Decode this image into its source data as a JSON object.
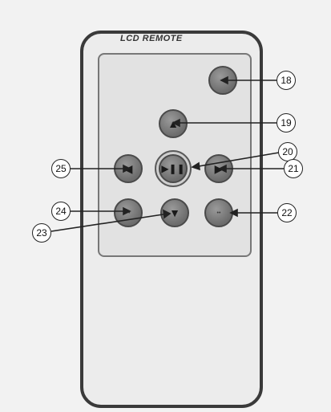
{
  "remote": {
    "label": "LCD REMOTE"
  },
  "icons": {
    "up": "up-arrow-icon",
    "left": "left-arrow-icon",
    "right": "right-arrow-icon",
    "down": "down-arrow-icon",
    "play_pause": "play-pause-icon"
  },
  "callouts": {
    "c18": "18",
    "c19": "19",
    "c20": "20",
    "c21": "21",
    "c22": "22",
    "c23": "23",
    "c24": "24",
    "c25": "25"
  }
}
